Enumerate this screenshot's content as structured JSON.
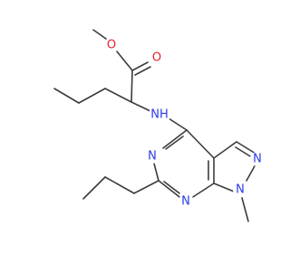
{
  "molecule": {
    "colors": {
      "bond": "#3c3c3c",
      "oxygen": "#e8222a",
      "nitrogen": "#2a3aea",
      "background": "#ffffff"
    },
    "atoms": {
      "o_methoxy": "O",
      "o_carbonyl": "O",
      "nh": "NH",
      "n_pyrimidine_left": "N",
      "n_pyrimidine_bottom": "N",
      "n_pyrazole_upper": "N",
      "n_pyrazole_lower": "N"
    }
  }
}
